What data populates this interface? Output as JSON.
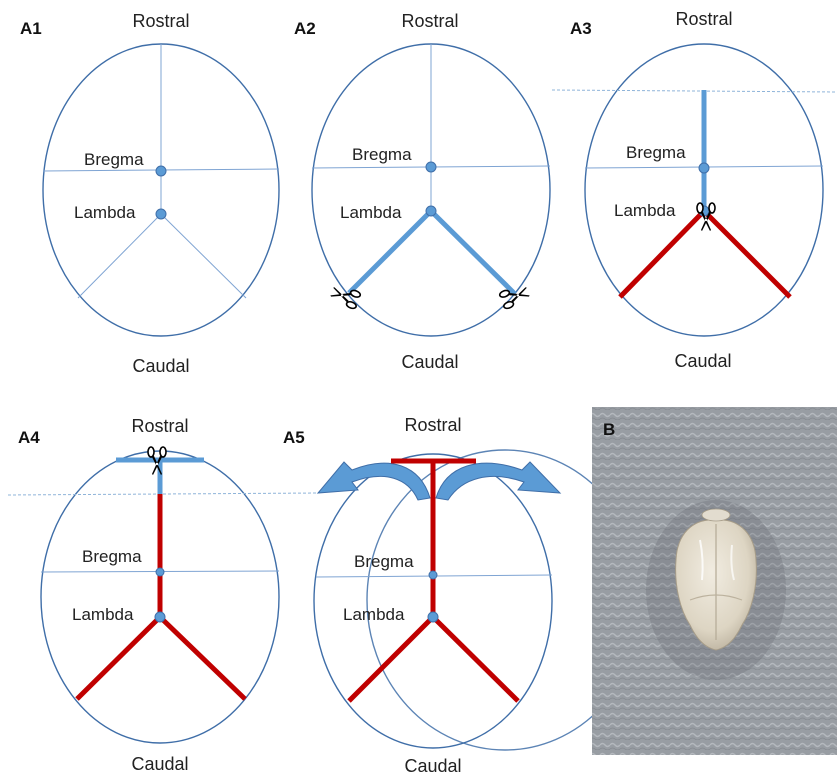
{
  "panels": {
    "a1": {
      "label": "A1",
      "rostral": "Rostral",
      "caudal": "Caudal",
      "bregma": "Bregma",
      "lambda": "Lambda"
    },
    "a2": {
      "label": "A2",
      "rostral": "Rostral",
      "caudal": "Caudal",
      "bregma": "Bregma",
      "lambda": "Lambda"
    },
    "a3": {
      "label": "A3",
      "rostral": "Rostral",
      "caudal": "Caudal",
      "bregma": "Bregma",
      "lambda": "Lambda"
    },
    "a4": {
      "label": "A4",
      "rostral": "Rostral",
      "caudal": "Caudal",
      "bregma": "Bregma",
      "lambda": "Lambda"
    },
    "a5": {
      "label": "A5",
      "rostral": "Rostral",
      "caudal": "Caudal",
      "bregma": "Bregma",
      "lambda": "Lambda"
    },
    "b": {
      "label": "B"
    }
  },
  "colors": {
    "outline": "#3f6ea8",
    "guide": "#7fa4d3",
    "cut_pending": "#5b9bd5",
    "cut_done": "#c00000",
    "photo_background": "#9a9fa6",
    "brain": "#ddd6c6"
  },
  "icons": [
    "scissors-icon",
    "curved-arrow-left-icon",
    "curved-arrow-right-icon"
  ]
}
